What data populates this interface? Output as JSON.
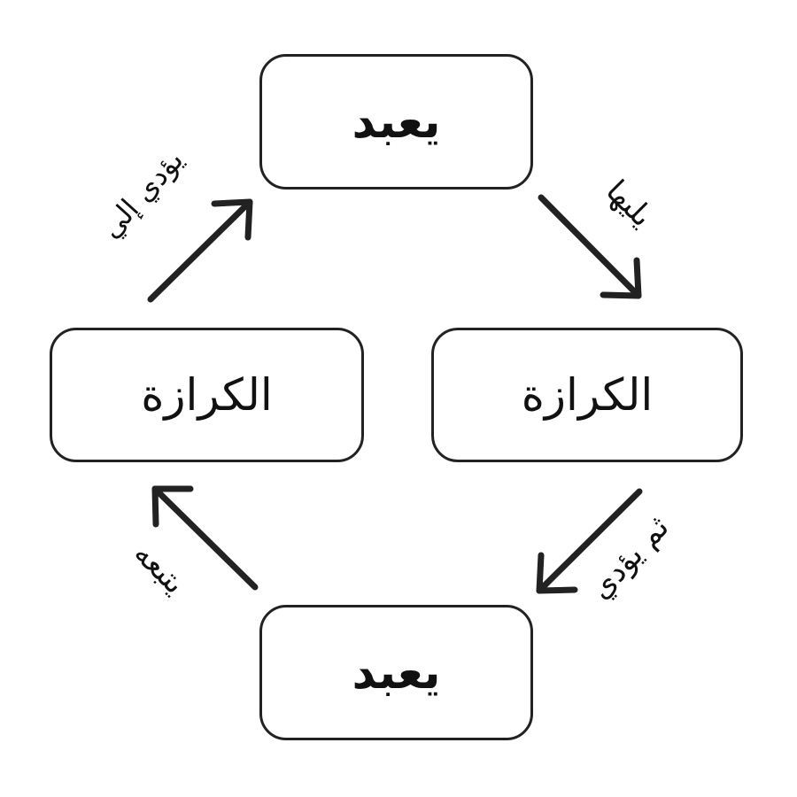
{
  "diagram": {
    "nodes": {
      "top": "يعبد",
      "right": "الكرازة",
      "bottom": "يعبد",
      "left": "الكرازة"
    },
    "edges": {
      "top_to_right": "يليها",
      "right_to_bottom": "ثم يؤدي",
      "bottom_to_left": "يتبعه",
      "left_to_top": "يؤدي إلي"
    },
    "colors": {
      "stroke": "#222222",
      "text": "#111111",
      "background": "#ffffff"
    }
  }
}
